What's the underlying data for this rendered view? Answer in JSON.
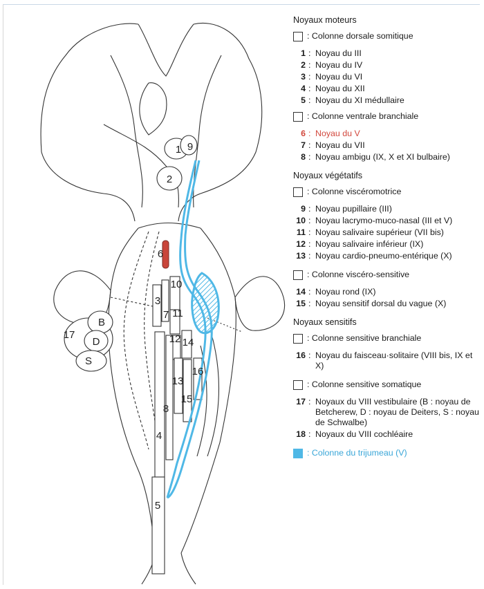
{
  "legend": {
    "moteurs": {
      "title": "Noyaux moteurs",
      "dorsale": ": Colonne dorsale somitique",
      "items1": [
        {
          "n": "1",
          "t": "Noyau du III"
        },
        {
          "n": "2",
          "t": "Noyau du IV"
        },
        {
          "n": "3",
          "t": "Noyau du VI"
        },
        {
          "n": "4",
          "t": "Noyau du XII"
        },
        {
          "n": "5",
          "t": "Noyau du XI médullaire"
        }
      ],
      "ventrale": ": Colonne ventrale branchiale",
      "items2": [
        {
          "n": "6",
          "t": "Noyau du V"
        },
        {
          "n": "7",
          "t": "Noyau du VII"
        },
        {
          "n": "8",
          "t": "Noyau ambigu (IX, X et XI bulbaire)"
        }
      ]
    },
    "vegetatifs": {
      "title": "Noyaux végétatifs",
      "visceromotrice": ": Colonne viscéromotrice",
      "items1": [
        {
          "n": "9",
          "t": "Noyau pupillaire (III)"
        },
        {
          "n": "10",
          "t": "Noyau lacrymo-muco-nasal (III et V)"
        },
        {
          "n": "11",
          "t": "Noyau salivaire supérieur (VII bis)"
        },
        {
          "n": "12",
          "t": "Noyau salivaire inférieur (IX)"
        },
        {
          "n": "13",
          "t": "Noyau cardio-pneumo-entérique (X)"
        }
      ],
      "viscerosensitive": ": Colonne viscéro-sensitive",
      "items2": [
        {
          "n": "14",
          "t": "Noyau rond (IX)"
        },
        {
          "n": "15",
          "t": "Noyau sensitif dorsal du vague (X)"
        }
      ]
    },
    "sensitifs": {
      "title": "Noyaux sensitifs",
      "branchiale": ": Colonne sensitive branchiale",
      "items1": [
        {
          "n": "16",
          "t": "Noyau du faisceau·solitaire (VIII bis, IX et X)"
        }
      ],
      "somatique": ": Colonne sensitive somatique",
      "items2": [
        {
          "n": "17",
          "t": "Noyaux du VIII vestibulaire (B : noyau de Betcherew, D : noyau de Deiters, S : noyau de Schwalbe)"
        },
        {
          "n": "18",
          "t": "Noyaux du VIII cochléaire"
        }
      ]
    },
    "trijumeau": ": Colonne du trijumeau (V)"
  },
  "diagram": {
    "labels": {
      "n1": "1",
      "n9": "9",
      "n2": "2",
      "n6": "6",
      "n10": "10",
      "n3": "3",
      "n7": "7",
      "n11": "11",
      "n12": "12",
      "n14": "14",
      "n16": "16",
      "n13": "13",
      "n15": "15",
      "n8": "8",
      "n4": "4",
      "n5": "5",
      "n17": "17",
      "nB": "B",
      "nD": "D",
      "nS": "S"
    }
  },
  "colors": {
    "trigeminal": "#4fb8e6",
    "motor_v": "#c9453a",
    "line": "#333333"
  }
}
